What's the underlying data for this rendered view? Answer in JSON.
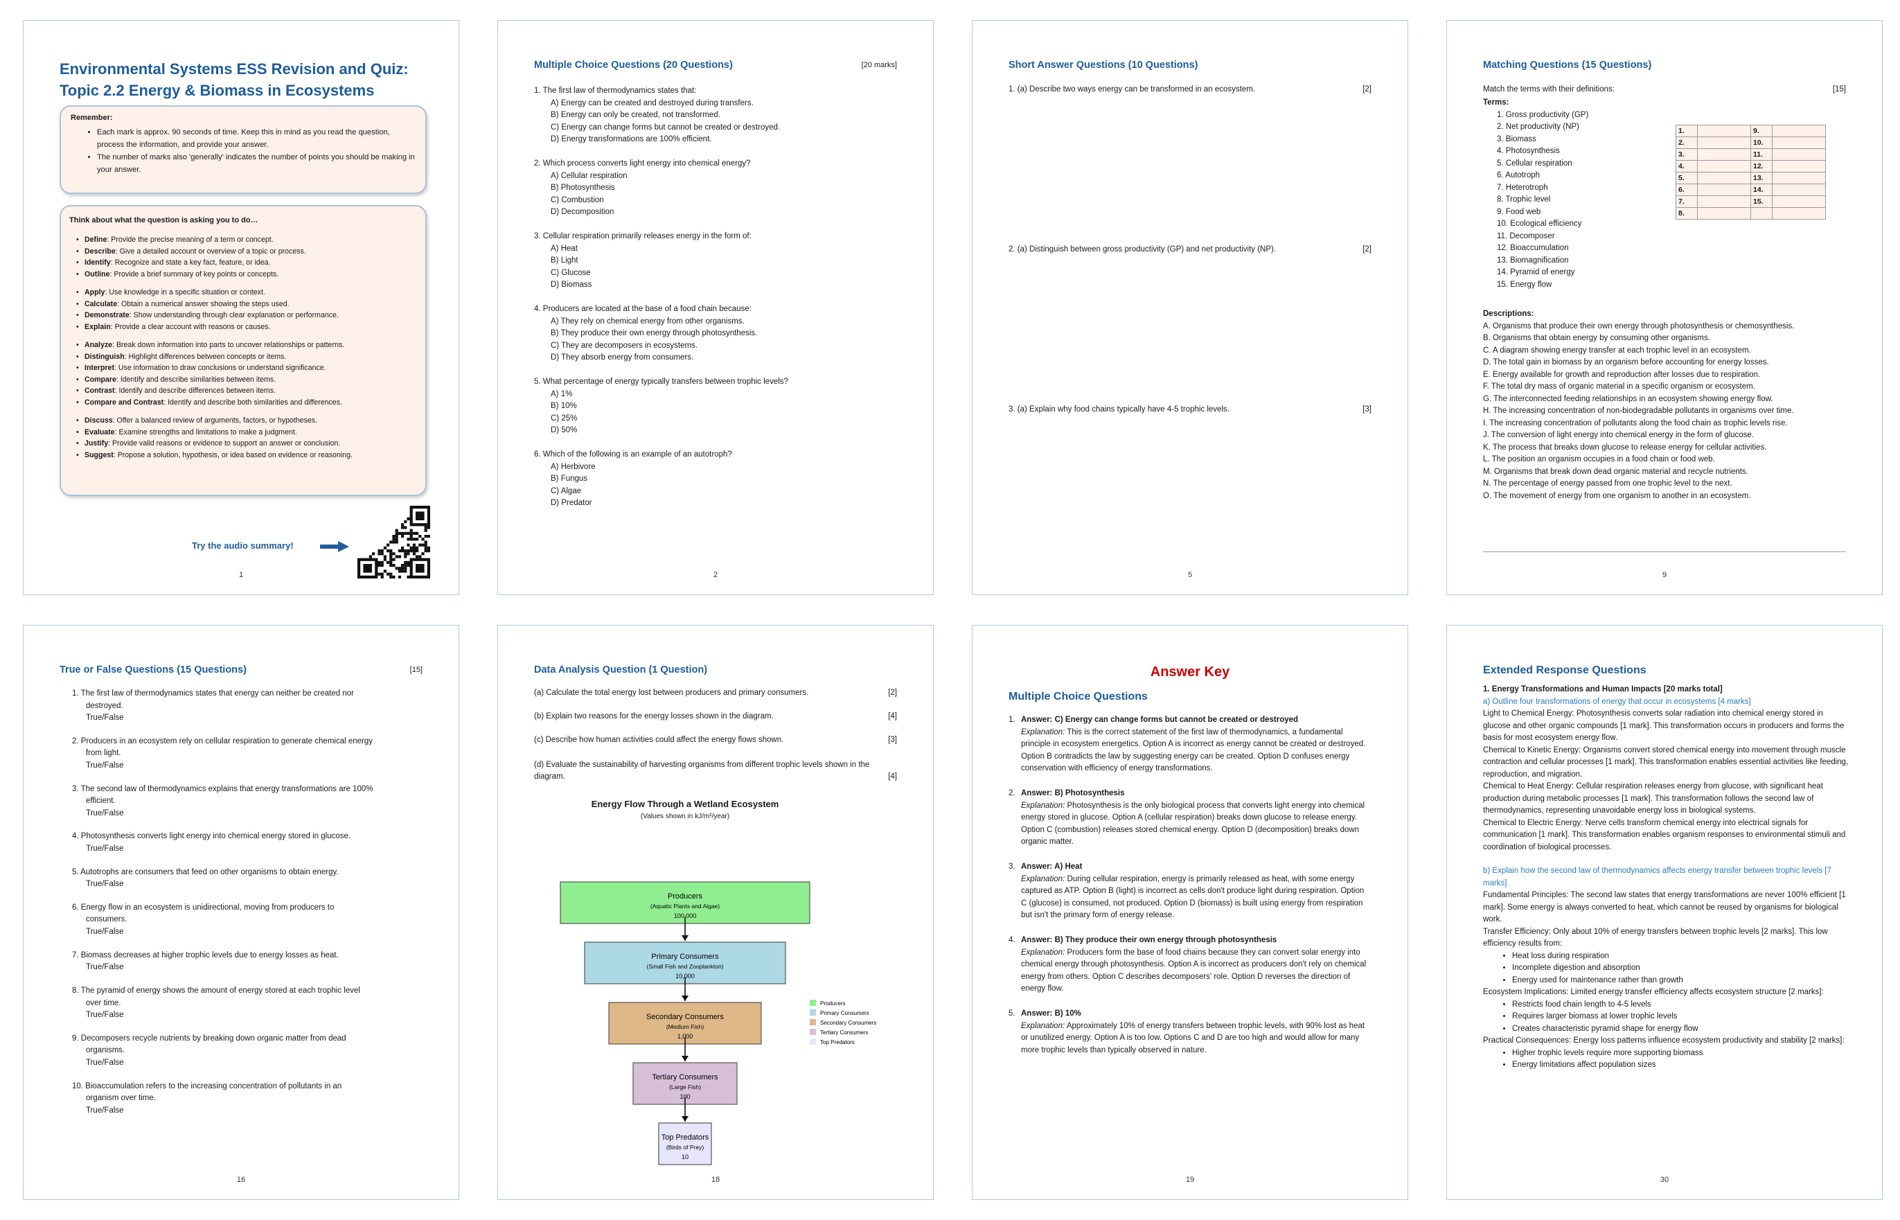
{
  "p1": {
    "title_line1": "Environmental Systems ESS Revision and Quiz:",
    "title_line2": "Topic 2.2 Energy & Biomass in Ecosystems",
    "remember_head": "Remember:",
    "remember_items": [
      "Each mark is approx. 90 seconds of time. Keep this in mind as you read the question, process the information, and provide your answer.",
      "The number of marks also 'generally' indicates the number of points you should be making in your answer."
    ],
    "think_head": "Think about what the question is asking you to do…",
    "think_groups": [
      [
        [
          "Define",
          "Provide the precise meaning of a term or concept."
        ],
        [
          "Describe",
          "Give a detailed account or overview of a topic or process."
        ],
        [
          "Identify",
          "Recognize and state a key fact, feature, or idea."
        ],
        [
          "Outline",
          "Provide a brief summary of key points or concepts."
        ]
      ],
      [
        [
          "Apply",
          "Use knowledge in a specific situation or context."
        ],
        [
          "Calculate",
          "Obtain a numerical answer showing the steps used."
        ],
        [
          "Demonstrate",
          "Show understanding through clear explanation or performance."
        ],
        [
          "Explain",
          "Provide a clear account with reasons or causes."
        ]
      ],
      [
        [
          "Analyze",
          "Break down information into parts to uncover relationships or patterns."
        ],
        [
          "Distinguish",
          "Highlight differences between concepts or items."
        ],
        [
          "Interpret",
          "Use information to draw conclusions or understand significance."
        ],
        [
          "Compare",
          "Identify and describe similarities between items."
        ],
        [
          "Contrast",
          "Identify and describe differences between items."
        ],
        [
          "Compare and Contrast",
          "Identify and describe both similarities and differences."
        ]
      ],
      [
        [
          "Discuss",
          "Offer a balanced review of arguments, factors, or hypotheses."
        ],
        [
          "Evaluate",
          "Examine strengths and limitations to make a judgment."
        ],
        [
          "Justify",
          "Provide valid reasons or evidence to support an answer or conclusion."
        ],
        [
          "Suggest",
          "Propose a solution, hypothesis, or idea based on evidence or reasoning."
        ]
      ]
    ],
    "audio_label": "Try the audio summary!",
    "page": "1"
  },
  "p2": {
    "title": "Multiple Choice Questions (20 Questions)",
    "marks": "[20 marks]",
    "questions": [
      {
        "q": "1. The first law of thermodynamics states that:",
        "opts": [
          "A) Energy can be created and destroyed during transfers.",
          "B) Energy can only be created, not transformed.",
          "C) Energy can change forms but cannot be created or destroyed.",
          "D) Energy transformations are 100% efficient."
        ]
      },
      {
        "q": "2. Which process converts light energy into chemical energy?",
        "opts": [
          "A) Cellular respiration",
          "B) Photosynthesis",
          "C) Combustion",
          "D) Decomposition"
        ]
      },
      {
        "q": "3. Cellular respiration primarily releases energy in the form of:",
        "opts": [
          "A) Heat",
          "B) Light",
          "C) Glucose",
          "D) Biomass"
        ]
      },
      {
        "q": "4. Producers are located at the base of a food chain because:",
        "opts": [
          "A) They rely on chemical energy from other organisms.",
          "B) They produce their own energy through photosynthesis.",
          "C) They are decomposers in ecosystems.",
          "D) They absorb energy from consumers."
        ]
      },
      {
        "q": "5. What percentage of energy typically transfers between trophic levels?",
        "opts": [
          "A) 1%",
          "B) 10%",
          "C) 25%",
          "D) 50%"
        ]
      },
      {
        "q": "6. Which of the following is an example of an autotroph?",
        "opts": [
          "A) Herbivore",
          "B) Fungus",
          "C) Algae",
          "D) Predator"
        ]
      }
    ],
    "page": "2"
  },
  "p5": {
    "title": "Short Answer Questions (10 Questions)",
    "items": [
      {
        "text": "1.   (a) Describe two ways energy can be transformed in an ecosystem.",
        "marks": "[2]"
      },
      {
        "text": "2.   (a) Distinguish between gross productivity (GP) and net productivity (NP).",
        "marks": "[2]"
      },
      {
        "text": "3.   (a) Explain why food chains typically have 4-5 trophic levels.",
        "marks": "[3]"
      }
    ],
    "page": "5"
  },
  "p9": {
    "title": "Matching Questions (15 Questions)",
    "intro": "Match the terms with their definitions:",
    "marks": "[15]",
    "terms_head": "Terms:",
    "terms": [
      "1.   Gross productivity (GP)",
      "2.   Net productivity (NP)",
      "3.   Biomass",
      "4.   Photosynthesis",
      "5.   Cellular respiration",
      "6.   Autotroph",
      "7.   Heterotroph",
      "8.   Trophic level",
      "9.   Food web",
      "10. Ecological efficiency",
      "11. Decomposer",
      "12. Bioaccumulation",
      "13. Biomagnification",
      "14. Pyramid of energy",
      "15. Energy flow"
    ],
    "grid_left": [
      "1.",
      "2.",
      "3.",
      "4.",
      "5.",
      "6.",
      "7.",
      "8."
    ],
    "grid_right": [
      "9.",
      "10.",
      "11.",
      "12.",
      "13.",
      "14.",
      "15.",
      ""
    ],
    "desc_head": "Descriptions:",
    "descriptions": [
      "A. Organisms that produce their own energy through photosynthesis or chemosynthesis.",
      "B. Organisms that obtain energy by consuming other organisms.",
      "C. A diagram showing energy transfer at each trophic level in an ecosystem.",
      "D. The total gain in biomass by an organism before accounting for energy losses.",
      "E. Energy available for growth and reproduction after losses due to respiration.",
      "F. The total dry mass of organic material in a specific organism or ecosystem.",
      "G. The interconnected feeding relationships in an ecosystem showing energy flow.",
      "H. The increasing concentration of non-biodegradable pollutants in organisms over time.",
      "I. The increasing concentration of pollutants along the food chain as trophic levels rise.",
      "J. The conversion of light energy into chemical energy in the form of glucose.",
      "K. The process that breaks down glucose to release energy for cellular activities.",
      "L. The position an organism occupies in a food chain or food web.",
      "M. Organisms that break down dead organic material and recycle nutrients.",
      "N. The percentage of energy passed from one trophic level to the next.",
      "O. The movement of energy from one organism to another in an ecosystem."
    ],
    "page": "9"
  },
  "p16": {
    "title": "True or False Questions (15 Questions)",
    "marks": "[15]",
    "tf_label": "True/False",
    "items": [
      [
        "1. The first law of thermodynamics states that energy can neither be created nor",
        "destroyed."
      ],
      [
        "2. Producers in an ecosystem rely on cellular respiration to generate chemical energy",
        "from light."
      ],
      [
        "3. The second law of thermodynamics explains that energy transformations are 100%",
        "efficient."
      ],
      [
        "4. Photosynthesis converts light energy into chemical energy stored in glucose.",
        ""
      ],
      [
        "5. Autotrophs are consumers that feed on other organisms to obtain energy.",
        ""
      ],
      [
        "6. Energy flow in an ecosystem is unidirectional, moving from producers to",
        "consumers."
      ],
      [
        "7. Biomass decreases at higher trophic levels due to energy losses as heat.",
        ""
      ],
      [
        "8. The pyramid of energy shows the amount of energy stored at each trophic level",
        "over time."
      ],
      [
        "9. Decomposers recycle nutrients by breaking down organic matter from dead",
        "organisms."
      ],
      [
        "10. Bioaccumulation refers to the increasing concentration of pollutants in an",
        "organism over time."
      ]
    ],
    "page": "16"
  },
  "p18": {
    "title": "Data Analysis Question (1 Question)",
    "items": [
      {
        "text": "(a) Calculate the total energy lost between producers and primary consumers.",
        "marks": "[2]"
      },
      {
        "text": "(b) Explain two reasons for the energy losses shown in the diagram.",
        "marks": "[4]"
      },
      {
        "text": "(c) Describe how human activities could affect the energy flows shown.",
        "marks": "[3]"
      },
      {
        "text": "(d) Evaluate the sustainability of harvesting organisms from different trophic levels shown in the diagram.",
        "marks": "[4]"
      }
    ],
    "chart_title": "Energy Flow Through a Wetland Ecosystem",
    "chart_sub": "(Values shown in kJ/m²/year)",
    "levels": [
      {
        "name": "Producers",
        "sub": "(Aquatic Plants and Algae)",
        "value": "100,000",
        "color": "#90ee90"
      },
      {
        "name": "Primary Consumers",
        "sub": "(Small Fish and Zooplankton)",
        "value": "10,000",
        "color": "#add8e6"
      },
      {
        "name": "Secondary Consumers",
        "sub": "(Medium Fish)",
        "value": "1,000",
        "color": "#deb887"
      },
      {
        "name": "Tertiary Consumers",
        "sub": "(Large Fish)",
        "value": "100",
        "color": "#d8bfd8"
      },
      {
        "name": "Top Predators",
        "sub": "(Birds of Prey)",
        "value": "10",
        "color": "#e6e6fa"
      }
    ],
    "legend": [
      "Producers",
      "Primary Consumers",
      "Secondary Consumers",
      "Tertiary Consumers",
      "Top Predators"
    ],
    "page": "18"
  },
  "p19": {
    "title": "Answer Key",
    "subtitle": "Multiple Choice Questions",
    "explanation_label": "Explanation:",
    "answers": [
      {
        "n": "1.",
        "a": "Answer: C) Energy can change forms but cannot be created or destroyed",
        "e": "This is the correct statement of the first law of thermodynamics, a fundamental principle in ecosystem energetics. Option A is incorrect as energy cannot be created or destroyed. Option B contradicts the law by suggesting energy can be created. Option D confuses energy conservation with efficiency of energy transformations."
      },
      {
        "n": "2.",
        "a": "Answer: B) Photosynthesis",
        "e": "Photosynthesis is the only biological process that converts light energy into chemical energy stored in glucose. Option A (cellular respiration) breaks down glucose to release energy. Option C (combustion) releases stored chemical energy. Option D (decomposition) breaks down organic matter."
      },
      {
        "n": "3.",
        "a": "Answer: A) Heat",
        "e": "During cellular respiration, energy is primarily released as heat, with some energy captured as ATP. Option B (light) is incorrect as cells don't produce light during respiration. Option C (glucose) is consumed, not produced. Option D (biomass) is built using energy from respiration but isn't the primary form of energy release."
      },
      {
        "n": "4.",
        "a": "Answer: B) They produce their own energy through photosynthesis",
        "e": "Producers form the base of food chains because they can convert solar energy into chemical energy through photosynthesis. Option A is incorrect as producers don't rely on chemical energy from others. Option C describes decomposers' role. Option D reverses the direction of energy flow."
      },
      {
        "n": "5.",
        "a": "Answer: B) 10%",
        "e": "Approximately 10% of energy transfers between trophic levels, with 90% lost as heat or unutilized energy. Option A is too low. Options C and D are too high and would allow for many more trophic levels than typically observed in nature."
      }
    ],
    "page": "19"
  },
  "p30": {
    "title": "Extended Response Questions",
    "q_head": "1. Energy Transformations and Human Impacts [20 marks total]",
    "a_head": "a) Outline four transformations of energy that occur in ecosystems [4 marks]",
    "a_paras": [
      "Light to Chemical Energy: Photosynthesis converts solar radiation into chemical energy stored in glucose and other organic compounds [1 mark]. This transformation occurs in producers and forms the basis for most ecosystem energy flow.",
      "Chemical to Kinetic Energy: Organisms convert stored chemical energy into movement through muscle contraction and cellular processes [1 mark]. This transformation enables essential activities like feeding, reproduction, and migration.",
      "Chemical to Heat Energy: Cellular respiration releases energy from glucose, with significant heat production during metabolic processes [1 mark]. This transformation follows the second law of thermodynamics, representing unavoidable energy loss in biological systems.",
      "Chemical to Electric Energy: Nerve cells transform chemical energy into electrical signals for communication [1 mark]. This transformation enables organism responses to environmental stimuli and coordination of biological processes."
    ],
    "b_head": "b) Explain how the second law of thermodynamics affects energy transfer between trophic levels [7 marks]",
    "b_p1": "Fundamental Principles: The second law states that energy transformations are never 100% efficient [1 mark]. Some energy is always converted to heat, which cannot be reused by organisms for biological work.",
    "b_p2": "Transfer Efficiency: Only about 10% of energy transfers between trophic levels [2 marks]. This low efficiency results from:",
    "b_list1": [
      "Heat loss during respiration",
      "Incomplete digestion and absorption",
      "Energy used for maintenance rather than growth"
    ],
    "b_p3": "Ecosystem Implications: Limited energy transfer efficiency affects ecosystem structure [2 marks]:",
    "b_list2": [
      "Restricts food chain length to 4-5 levels",
      "Requires larger biomass at lower trophic levels",
      "Creates characteristic pyramid shape for energy flow"
    ],
    "b_p4": "Practical Consequences: Energy loss patterns influence ecosystem productivity and stability [2 marks]:",
    "b_list3": [
      "Higher trophic levels require more supporting biomass",
      "Energy limitations affect population sizes"
    ],
    "page": "30"
  }
}
